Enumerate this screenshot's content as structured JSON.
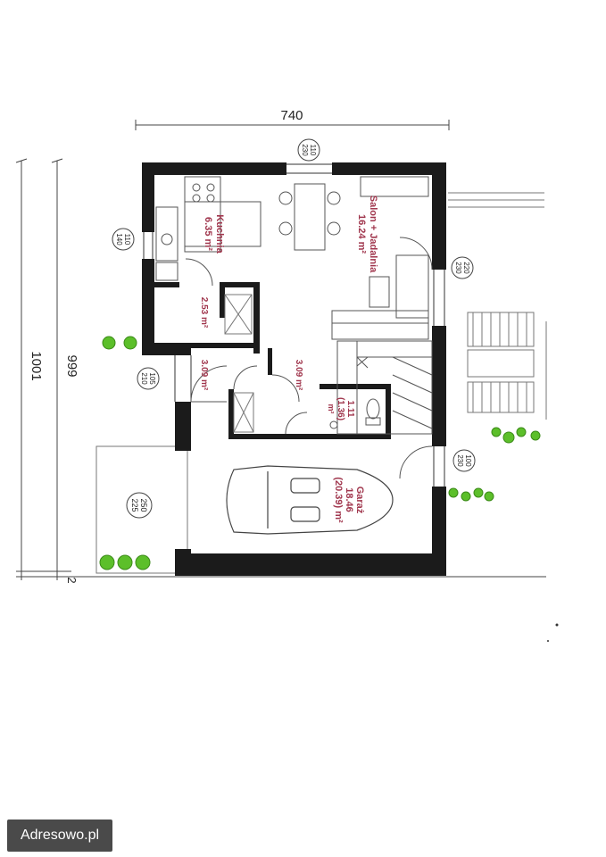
{
  "dimensions": {
    "width_top": "740",
    "height_outer": "1001",
    "height_inner": "999",
    "bottom_offset": "2"
  },
  "openings": {
    "window_top": [
      "110",
      "230"
    ],
    "window_left": [
      "110",
      "140"
    ],
    "window_right_upper": [
      "220",
      "230"
    ],
    "door_left": [
      "105",
      "210"
    ],
    "door_right_lower": [
      "100",
      "230"
    ],
    "garage_gate": [
      "250",
      "225"
    ]
  },
  "rooms": {
    "kuchnia": {
      "name": "Kuchnia",
      "area": "6.35 m²"
    },
    "salon": {
      "name": "Salon + Jadalnia",
      "area": "16.24 m²"
    },
    "pantry": {
      "area": "2.53 m²"
    },
    "vestibule": {
      "area": "3.09 m²"
    },
    "hall": {
      "area": "3.09 m²"
    },
    "wc": {
      "area_1": "1.11",
      "area_2": "(1.36)",
      "unit": "m²"
    },
    "garaz": {
      "name": "Garaż",
      "area_1": "18.46",
      "area_2": "(20.39) m²"
    }
  },
  "watermark": {
    "label": "Adresowo.pl"
  },
  "colors": {
    "wall": "#1b1b1b",
    "room_label": "#a0364d",
    "plant": "#5cbf2a",
    "badge_bg": "#4a4a4a"
  }
}
